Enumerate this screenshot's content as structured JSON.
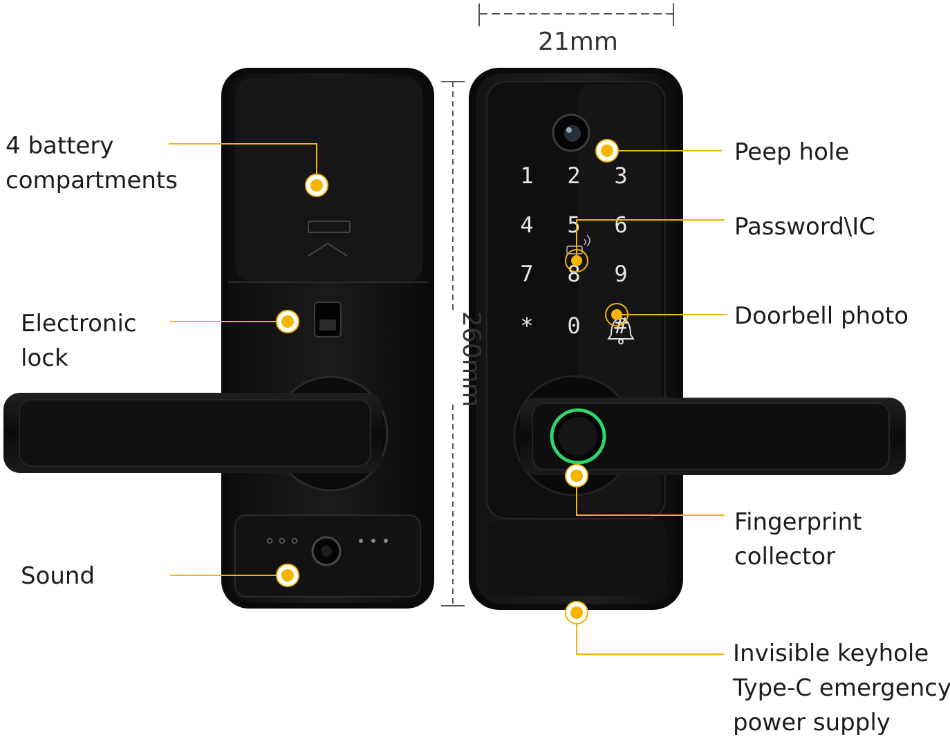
{
  "dimensions": {
    "width": "21mm",
    "height": "260mm"
  },
  "labels": {
    "battery": [
      "4 battery",
      "compartments"
    ],
    "electronic_lock": [
      "Electronic",
      "lock"
    ],
    "sound": [
      "Sound"
    ],
    "peep_hole": [
      "Peep hole"
    ],
    "password_ic": [
      "Password\\IC"
    ],
    "doorbell_photo": [
      "Doorbell photo"
    ],
    "fingerprint": [
      "Fingerprint",
      "collector"
    ],
    "keyhole": [
      "Invisible keyhole",
      "Type-C emergency",
      "power supply"
    ]
  },
  "keypad": {
    "keys": [
      "1",
      "2",
      "3",
      "4",
      "5",
      "6",
      "7",
      "8",
      "9",
      "*",
      "0",
      "#"
    ]
  },
  "colors": {
    "callout": "#f5b400",
    "device": "#121212",
    "fingerprint_ring": "#2fd66b"
  }
}
